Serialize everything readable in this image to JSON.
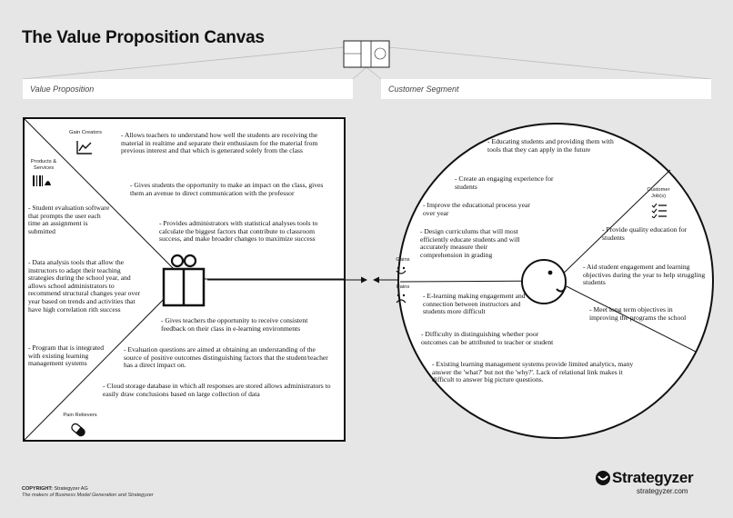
{
  "title": "The Value Proposition Canvas",
  "bands": {
    "value_proposition": "Value Proposition",
    "customer_segment": "Customer Segment"
  },
  "square": {
    "gain_creators_label": "Gain Creators",
    "products_services_label": "Products & Services",
    "pain_relievers_label": "Pain Relievers",
    "gain_creators": [
      "- Allows teachers to understand how well the students are receiving the material in realtime and separate their enthusiasm for the material from previous interest and that which is generated solely from the class",
      "- Gives students the opportunity to make an impact on the class, gives them an avenue to direct communication with the professor",
      "- Provides administrators with statistical analyses tools to calculate the biggest factors that contribute to classroom success, and make broader changes to maximize success"
    ],
    "products_services": [
      "- Student evaluation software that prompts the user each time an assignment is submitted",
      "- Data analysis tools that allow the instructors to adapt their teaching strategies during the school year, and allows school administrators to recommend structural changes year over year based on trends and activities that have high correlation  rith success",
      "- Program that is integrated with existing learning management systems"
    ],
    "pain_relievers": [
      "- Gives teachers the opportunity to receive consistent feedback on their class in e-learning environments",
      "- Evaluation questions are aimed at obtaining an understanding of the source of positive outcomes distinguishing factors that the student/teacher has a direct impact on.",
      "- Cloud storage database in which all responses are stored allows administrators to easily draw conclusions based on large collection of data"
    ]
  },
  "circle": {
    "gains_label": "Gains",
    "pains_label": "Pains",
    "customer_jobs_label": "Customer Job(s)",
    "gains": [
      "- Educating students and providing them with tools that they can apply in the future",
      "- Create an engaging experience for students",
      "- Improve the educational process year over year",
      "- Design curriculums that will most efficiently educate students and will accurately measure their comprehension in grading"
    ],
    "customer_jobs": [
      "- Provide quality education for students",
      "- Aid student engagement and learning objectives during the year to help struggling students",
      "- Meet long term objectives in improving the programs the school"
    ],
    "pains": [
      "- E-learning making engagement and connection between instructors and students more difficult",
      "- Difficulty in distinguishing whether poor outcomes can be attributed to teacher or student",
      "- Existing learning management systems provide limited analytics, many answer the 'what?' but not the 'why?'. Lack of relational link makes it difficult to answer big picture questions."
    ]
  },
  "footer": {
    "copyright_label": "COPYRIGHT:",
    "copyright_holder": "Strategyzer AG",
    "tagline": "The makers of Business Model Generation and Strategyzer",
    "brand": "Strategyzer",
    "brand_url": "strategyzer.com"
  }
}
